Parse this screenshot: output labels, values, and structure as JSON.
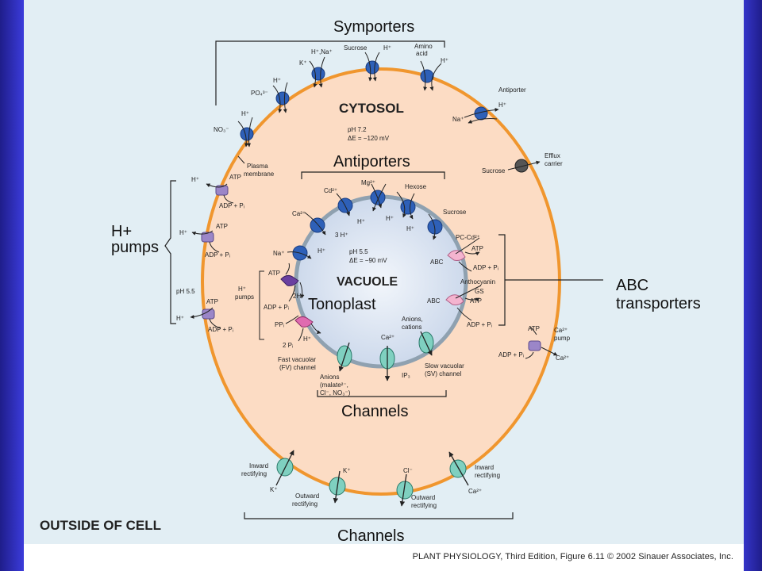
{
  "title_cytosol": "CYTOSOL",
  "cytosol_ph": "pH 7.2",
  "cytosol_de": "ΔE = −120 mV",
  "title_vacuole": "VACUOLE",
  "vacuole_ph": "pH 5.5",
  "vacuole_de": "ΔE = −90 mV",
  "title_outside": "OUTSIDE OF CELL",
  "label_symporters": "Symporters",
  "label_antiporters": "Antiporters",
  "label_tonoplast": "Tonoplast",
  "label_hpumps_1": "H+",
  "label_hpumps_2": "pumps",
  "label_abc_1": "ABC",
  "label_abc_2": "transporters",
  "label_channels_inner": "Channels",
  "label_channels_outer": "Channels",
  "credit": "PLANT PHYSIOLOGY, Third Edition, Figure 6.11  © 2002 Sinauer Associates, Inc.",
  "small": {
    "hna": "H⁺,Na⁺",
    "sucrose": "Sucrose",
    "hplus": "H⁺",
    "amino1": "Amino",
    "amino2": "acid",
    "kplus": "K⁺",
    "po4": "PO₄³⁻",
    "no3": "NO₃⁻",
    "antiporter": "Antiporter",
    "naplus": "Na⁺",
    "plasma1": "Plasma",
    "plasma2": "membrane",
    "efflux1": "Efflux",
    "efflux2": "carrier",
    "atp": "ATP",
    "adppi": "ADP + Pᵢ",
    "ph55": "pH 5.5",
    "cd2": "Cd²⁺",
    "mg2": "Mg²⁺",
    "hexose": "Hexose",
    "ca2": "Ca²⁺",
    "threeh": "3 H⁺",
    "pccd": "PC-Cd²⁺",
    "abc": "ABC",
    "anthocyanin": "Anthocyanin",
    "gs": "GS",
    "hpumps1": "H⁺",
    "hpumps2": "pumps",
    "twoh": "2H⁺",
    "ppi": "PPᵢ",
    "twopi": "2 Pᵢ",
    "anions1": "Anions,",
    "anions2": "cations",
    "fv1": "Fast vacuolar",
    "fv2": "(FV) channel",
    "sv1": "Slow vacuolar",
    "sv2": "(SV) channel",
    "ip3": "IP₃",
    "an1": "Anions",
    "an2": "(malate²⁻,",
    "an3": "Cl⁻, NO₃⁻)",
    "capump1": "Ca²⁺",
    "capump2": "pump",
    "inward1": "Inward",
    "inward2": "rectifying",
    "outward1": "Outward",
    "outward2": "rectifying",
    "clminus": "Cl⁻"
  }
}
